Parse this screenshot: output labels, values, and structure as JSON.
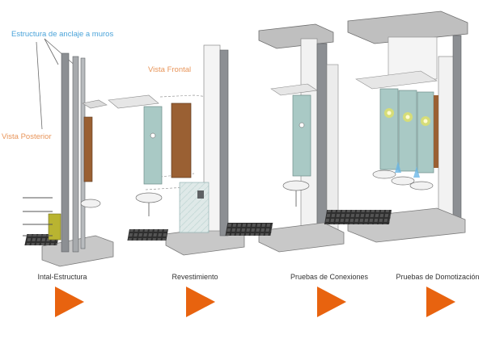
{
  "annotations": {
    "anchor_structure": "Estructura de anclaje a muros",
    "front_view": "Vista Frontal",
    "rear_view": "Vista Posterior"
  },
  "steps": [
    {
      "label": "Intal-Estructura"
    },
    {
      "label": "Revestimiento"
    },
    {
      "label": "Pruebas de Conexiones"
    },
    {
      "label": "Pruebas de Domotización"
    }
  ],
  "colors": {
    "accent_arrow": "#e8630f",
    "annotation_blue": "#4aa3d9",
    "annotation_orange": "#e8955a",
    "frame_gray": "#8c8f93",
    "glass_panel": "#a9c9c5",
    "wood_panel": "#9a6033"
  },
  "icons": {
    "step_arrow": "play-triangle-icon"
  }
}
